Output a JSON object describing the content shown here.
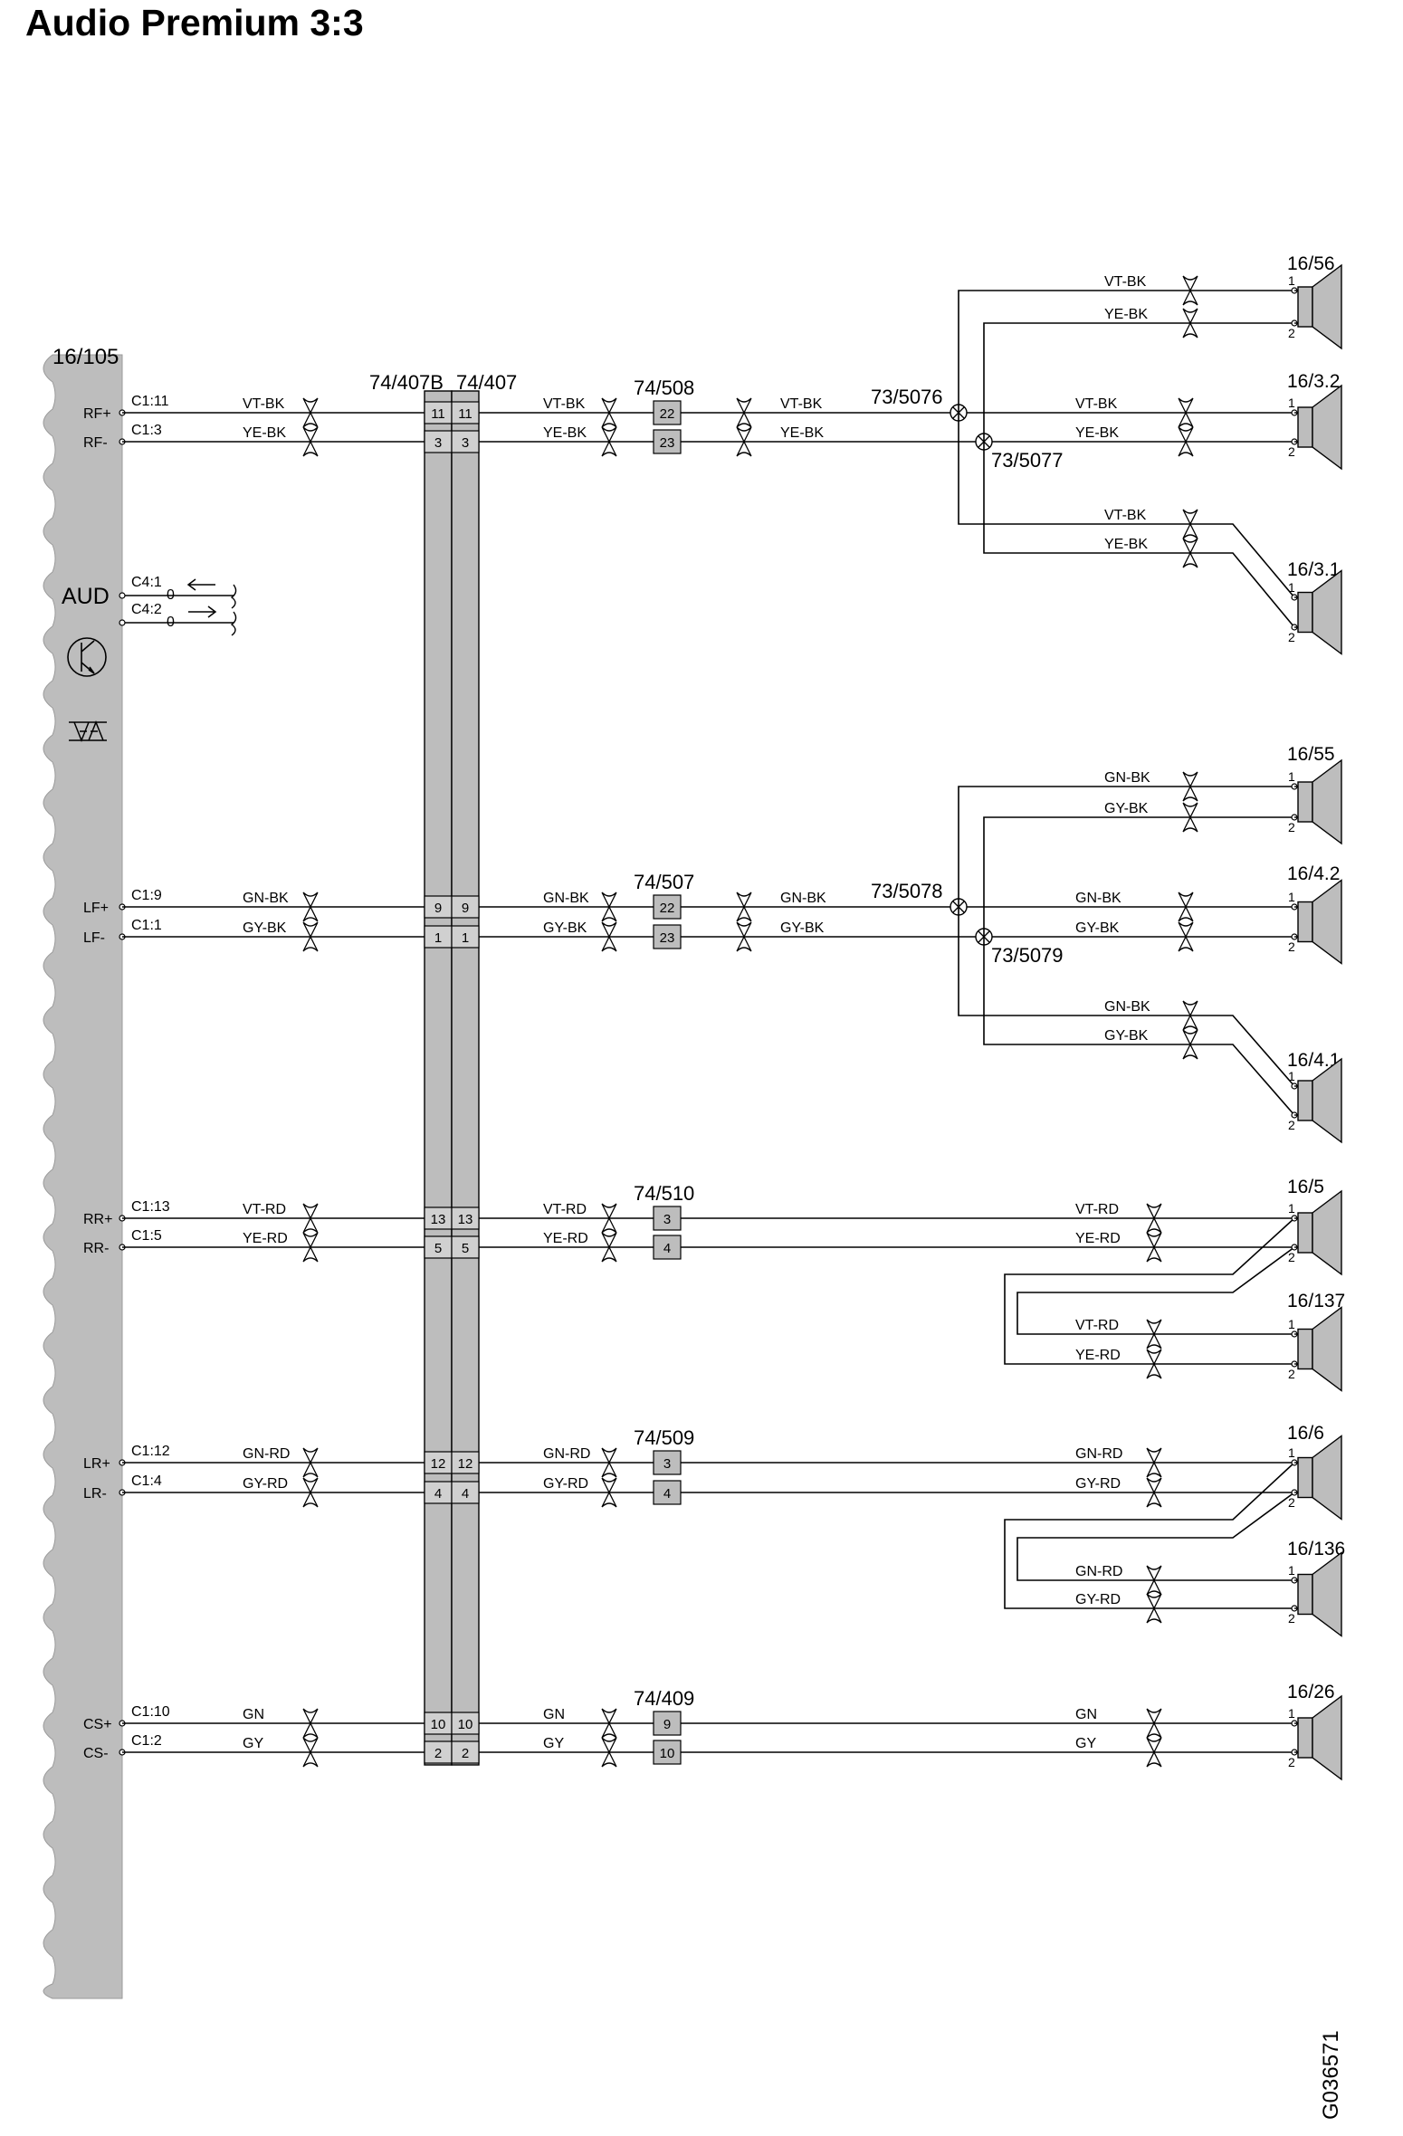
{
  "title": "Audio Premium 3:3",
  "figure_code": "G036571",
  "module": {
    "id": "16/105",
    "label": "AUD",
    "icons": [
      "transistor-icon",
      "diode-pair-icon"
    ],
    "control": [
      {
        "pin": "C4:1",
        "value": "0",
        "direction": "in"
      },
      {
        "pin": "C4:2",
        "value": "0",
        "direction": "out"
      }
    ]
  },
  "connectors": {
    "c407b": "74/407B",
    "c407": "74/407"
  },
  "channels": [
    {
      "pos": {
        "name": "RF+",
        "pin": "C1:11",
        "wire": "VT-BK",
        "pin407": "11",
        "pin2": "22"
      },
      "neg": {
        "name": "RF-",
        "pin": "C1:3",
        "wire": "YE-BK",
        "pin407": "3",
        "pin2": "23"
      },
      "conn2": "74/508",
      "splice_a": "73/5076",
      "splice_b": "73/5077",
      "speakers": [
        {
          "id": "16/56",
          "t1": "1",
          "t2": "2"
        },
        {
          "id": "16/3.2",
          "t1": "1",
          "t2": "2"
        },
        {
          "id": "16/3.1",
          "t1": "1",
          "t2": "2"
        }
      ]
    },
    {
      "pos": {
        "name": "LF+",
        "pin": "C1:9",
        "wire": "GN-BK",
        "pin407": "9",
        "pin2": "22"
      },
      "neg": {
        "name": "LF-",
        "pin": "C1:1",
        "wire": "GY-BK",
        "pin407": "1",
        "pin2": "23"
      },
      "conn2": "74/507",
      "splice_a": "73/5078",
      "splice_b": "73/5079",
      "speakers": [
        {
          "id": "16/55",
          "t1": "1",
          "t2": "2"
        },
        {
          "id": "16/4.2",
          "t1": "1",
          "t2": "2"
        },
        {
          "id": "16/4.1",
          "t1": "1",
          "t2": "2"
        }
      ]
    },
    {
      "pos": {
        "name": "RR+",
        "pin": "C1:13",
        "wire": "VT-RD",
        "pin407": "13",
        "pin2": "3"
      },
      "neg": {
        "name": "RR-",
        "pin": "C1:5",
        "wire": "YE-RD",
        "pin407": "5",
        "pin2": "4"
      },
      "conn2": "74/510",
      "speakers": [
        {
          "id": "16/5",
          "t1": "1",
          "t2": "2"
        },
        {
          "id": "16/137",
          "t1": "1",
          "t2": "2"
        }
      ]
    },
    {
      "pos": {
        "name": "LR+",
        "pin": "C1:12",
        "wire": "GN-RD",
        "pin407": "12",
        "pin2": "3"
      },
      "neg": {
        "name": "LR-",
        "pin": "C1:4",
        "wire": "GY-RD",
        "pin407": "4",
        "pin2": "4"
      },
      "conn2": "74/509",
      "speakers": [
        {
          "id": "16/6",
          "t1": "1",
          "t2": "2"
        },
        {
          "id": "16/136",
          "t1": "1",
          "t2": "2"
        }
      ]
    },
    {
      "pos": {
        "name": "CS+",
        "pin": "C1:10",
        "wire": "GN",
        "pin407": "10",
        "pin2": "9"
      },
      "neg": {
        "name": "CS-",
        "pin": "C1:2",
        "wire": "GY",
        "pin407": "2",
        "pin2": "10"
      },
      "conn2": "74/409",
      "speakers": [
        {
          "id": "16/26",
          "t1": "1",
          "t2": "2"
        }
      ]
    }
  ]
}
